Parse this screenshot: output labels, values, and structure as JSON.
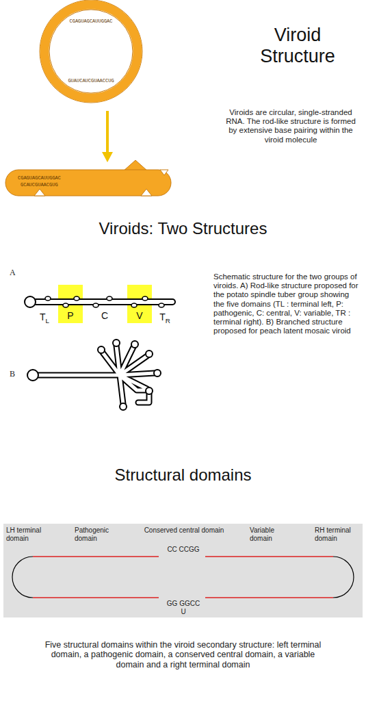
{
  "diagram": {
    "nodes": [
      {
        "text": [
          "LH terminal domain",
          "Pathogenic domain",
          "Conserved central domain",
          "Variable domain",
          "RH terminal domain",
          "CC CCGG",
          "GG GGCC",
          "U"
        ]
      }
    ],
    "labels": [
      "Viroid Structure",
      "CGAGUAGCAUUGGAC",
      "GUAUCAUCGUAACCUG",
      "Viroids are circular, single-stranded RNA. The rod-like structure is formed by extensive base pairing within the viroid molecule",
      "CGAGUAGCAUUGGAC",
      "GCAUCGUAACGUG",
      "Viroids: Two Structures",
      "A",
      "TL",
      "P",
      "C",
      "V",
      "TR",
      "Schematic structure for the two groups of viroids. A) Rod-like structure proposed for the potato spindle tuber group showing the five domains (TL : terminal left, P: pathogenic, C: central, V: variable, TR : terminal right). B) Branched structure proposed for peach latent mosaic viroid",
      "B",
      "Structural domains"
    ],
    "caption": "Five structural domains within the viroid secondary structure: left terminal domain, a pathogenic domain, a conserved central domain, a variable domain and a right terminal domain"
  }
}
